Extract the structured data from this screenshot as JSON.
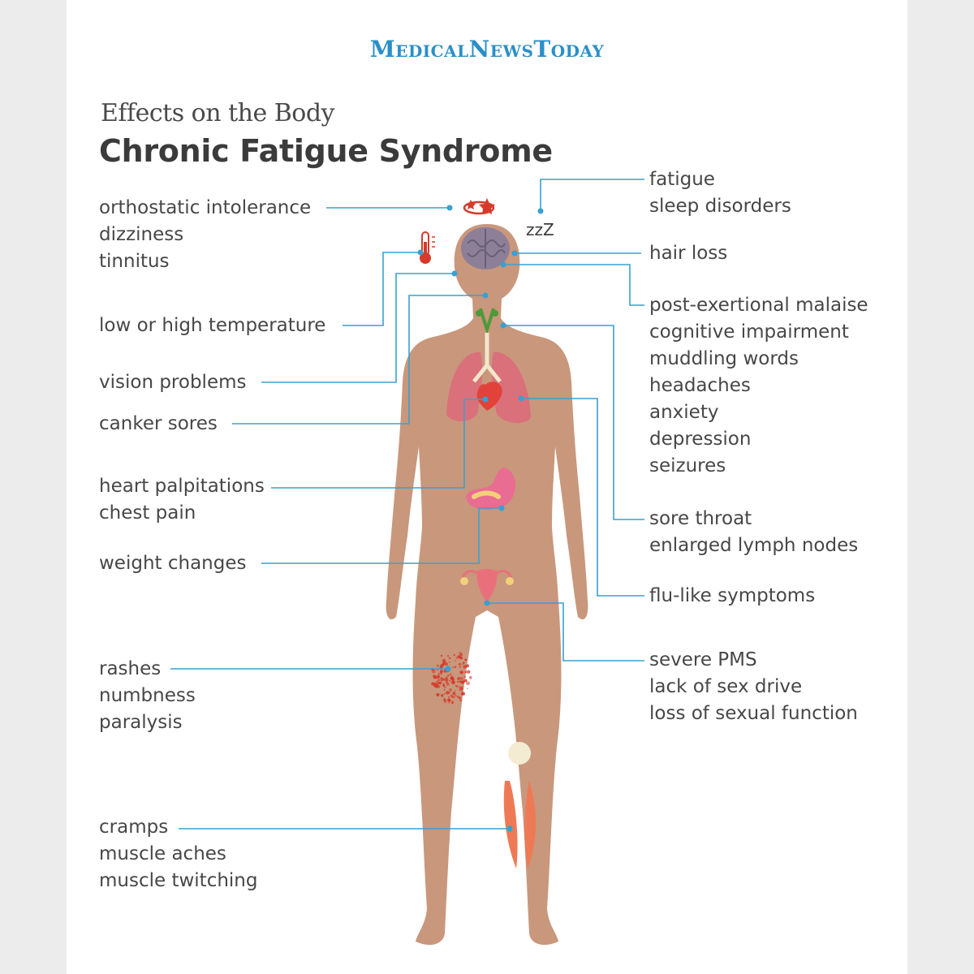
{
  "brand": {
    "name": "MedicalNewsToday",
    "color": "#2a8fc8"
  },
  "header": {
    "subtitle": "Effects on the Body",
    "title": "Chronic Fatigue Syndrome"
  },
  "colors": {
    "skin": "#c9977c",
    "leader_line": "#3aa0d0",
    "lungs": "#d9707a",
    "brain": "#8c7f97",
    "stomach": "#e96c92",
    "rash": "#d63a2a",
    "muscle": "#ee7a55"
  },
  "left_labels": [
    {
      "id": "orthostatic",
      "lines": [
        "orthostatic intolerance",
        "dizziness",
        "tinnitus"
      ]
    },
    {
      "id": "temperature",
      "lines": [
        "low or high temperature"
      ]
    },
    {
      "id": "vision",
      "lines": [
        "vision problems"
      ]
    },
    {
      "id": "canker",
      "lines": [
        "canker sores"
      ]
    },
    {
      "id": "heart",
      "lines": [
        "heart palpitations",
        "chest pain"
      ]
    },
    {
      "id": "weight",
      "lines": [
        "weight changes"
      ]
    },
    {
      "id": "rashes",
      "lines": [
        "rashes",
        "numbness",
        "paralysis"
      ]
    },
    {
      "id": "cramps",
      "lines": [
        "cramps",
        "muscle aches",
        "muscle twitching"
      ]
    }
  ],
  "right_labels": [
    {
      "id": "fatigue",
      "lines": [
        "fatigue",
        "sleep disorders"
      ]
    },
    {
      "id": "hair",
      "lines": [
        "hair loss"
      ]
    },
    {
      "id": "cognitive",
      "lines": [
        "post-exertional malaise",
        "cognitive impairment",
        "muddling words",
        "headaches",
        "anxiety",
        "depression",
        "seizures"
      ]
    },
    {
      "id": "throat",
      "lines": [
        "sore throat",
        "enlarged lymph nodes"
      ]
    },
    {
      "id": "flu",
      "lines": [
        "flu-like symptoms"
      ]
    },
    {
      "id": "pms",
      "lines": [
        "severe PMS",
        "lack of sex drive",
        "loss of sexual function"
      ]
    }
  ],
  "icons": {
    "sleep": "zzZ",
    "names": [
      "dizziness-stars-icon",
      "sleep-zzz-icon",
      "thermometer-icon"
    ]
  }
}
